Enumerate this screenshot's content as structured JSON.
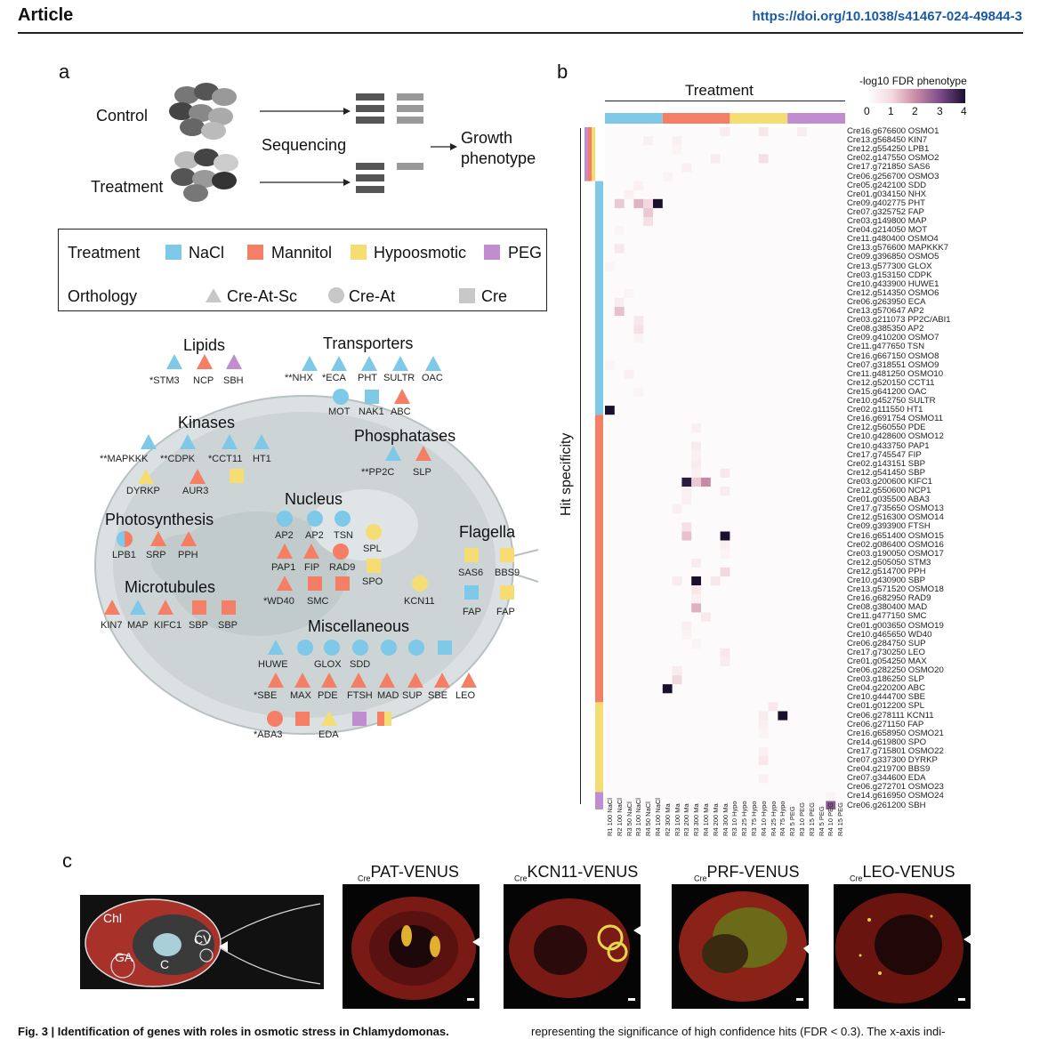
{
  "header": {
    "article": "Article",
    "doi": "https://doi.org/10.1038/s41467-024-49844-3"
  },
  "panel_a": {
    "letter": "a",
    "workflow": {
      "control": "Control",
      "treatment": "Treatment",
      "sequencing": "Sequencing",
      "growth": "Growth",
      "phenotype": "phenotype"
    },
    "legend": {
      "treatment_label": "Treatment",
      "treatments": [
        {
          "name": "NaCl",
          "color": "#7ec8e8"
        },
        {
          "name": "Mannitol",
          "color": "#f47f64"
        },
        {
          "name": "Hypoosmotic",
          "color": "#f6dd73"
        },
        {
          "name": "PEG",
          "color": "#c08dd0"
        }
      ],
      "orthology_label": "Orthology",
      "orthology": [
        {
          "name": "Cre-At-Sc",
          "shape": "triangle"
        },
        {
          "name": "Cre-At",
          "shape": "circle"
        },
        {
          "name": "Cre",
          "shape": "square"
        }
      ]
    },
    "categories": {
      "lipids": "Lipids",
      "transporters": "Transporters",
      "kinases": "Kinases",
      "phosphatases": "Phosphatases",
      "nucleus": "Nucleus",
      "photosynthesis": "Photosynthesis",
      "flagella": "Flagella",
      "microtubules": "Microtubules",
      "miscellaneous": "Miscellaneous"
    },
    "genes": {
      "lipids": [
        "*STM3",
        "NCP",
        "SBH"
      ],
      "transporters_row1": [
        "**NHX",
        "*ECA",
        "PHT",
        "SULTR",
        "OAC"
      ],
      "transporters_row2": [
        "MOT",
        "NAK1",
        "ABC"
      ],
      "kinases_row1": [
        "**MAPKKK",
        "**CDPK",
        "*CCT11",
        "HT1"
      ],
      "kinases_row2": [
        "DYRKP",
        "AUR3"
      ],
      "phosphatases": [
        "**PP2C",
        "SLP"
      ],
      "nucleus_row1": [
        "AP2",
        "AP2",
        "TSN",
        "SPL"
      ],
      "nucleus_row2": [
        "PAP1",
        "FIP",
        "RAD9",
        "SPO"
      ],
      "nucleus_row3": [
        "*WD40",
        "SMC",
        "KCN11"
      ],
      "photosynthesis": [
        "LPB1",
        "SRP",
        "PPH"
      ],
      "flagella_row1": [
        "SAS6",
        "BBS9"
      ],
      "flagella_row2": [
        "FAP",
        "FAP"
      ],
      "microtubules": [
        "KIN7",
        "MAP",
        "KIFC1",
        "SBP",
        "SBP"
      ],
      "misc_row1": [
        "HUWE",
        "GLOX",
        "SDD"
      ],
      "misc_row2": [
        "*SBE",
        "MAX",
        "PDE",
        "FTSH",
        "MAD",
        "SUP",
        "SBE",
        "LEO"
      ],
      "misc_row3": [
        "*ABA3",
        "EDA"
      ]
    }
  },
  "panel_b": {
    "letter": "b",
    "treatment_title": "Treatment",
    "colorbar": {
      "title": "-log10 FDR phenotype",
      "ticks": [
        "0",
        "1",
        "2",
        "3",
        "4"
      ]
    },
    "hit_specificity_label": "Hit specificity",
    "chart_data": {
      "type": "heatmap",
      "title": "",
      "color_scale": "-log10 FDR phenotype",
      "vmin": 0,
      "vmax": 4,
      "columns": [
        "R1 100 NaCl",
        "R2 100 NaCl",
        "R3 50 NaCl",
        "R3 100 NaCl",
        "R4 50 NaCl",
        "R4 100 NaCl",
        "R2 300 Ma",
        "R3 100 Ma",
        "R3 200 Ma",
        "R3 300 Ma",
        "R4 100 Ma",
        "R4 200 Ma",
        "R4 300 Ma",
        "R3 10 Hypo",
        "R3 25 Hypo",
        "R3 75 Hypo",
        "R4 10 Hypo",
        "R4 25 Hypo",
        "R4 75 Hypo",
        "R3 5 PEG",
        "R3 10 PEG",
        "R3 15 PEG",
        "R4 5 PEG",
        "R4 10 PEG",
        "R4 15 PEG"
      ],
      "column_groups": [
        {
          "name": "NaCl",
          "count": 6
        },
        {
          "name": "Mannitol",
          "count": 7
        },
        {
          "name": "Hypoosmotic",
          "count": 6
        },
        {
          "name": "PEG",
          "count": 6
        }
      ],
      "rows": [
        "Cre16.g676600 OSMO1",
        "Cre13.g568450 KIN7",
        "Cre12.g554250 LPB1",
        "Cre02.g147550 OSMO2",
        "Cre17.g721850 SAS6",
        "Cre06.g256700 OSMO3",
        "Cre05.g242100 SDD",
        "Cre01.g034150 NHX",
        "Cre09.g402775 PHT",
        "Cre07.g325752 FAP",
        "Cre03.g149800 MAP",
        "Cre04.g214050 MOT",
        "Cre11.g480400 OSMO4",
        "Cre13.g576600 MAPKKK7",
        "Cre09.g396850 OSMO5",
        "Cre13.g577300 GLOX",
        "Cre03.g153150 CDPK",
        "Cre10.g433900 HUWE1",
        "Cre12.g514350 OSMO6",
        "Cre06.g263950 ECA",
        "Cre13.g570647 AP2",
        "Cre03.g211073 PP2C/ABI1",
        "Cre08.g385350 AP2",
        "Cre09.g410200 OSMO7",
        "Cre11.g477650 TSN",
        "Cre16.g667150 OSMO8",
        "Cre07.g318551 OSMO9",
        "Cre11.g481250 OSMO10",
        "Cre12.g520150 CCT11",
        "Cre15.g641200 OAC",
        "Cre10.g452750 SULTR",
        "Cre02.g111550 HT1",
        "Cre16.g691754 OSMO11",
        "Cre12.g560550 PDE",
        "Cre10.g428600 OSMO12",
        "Cre10.g433750 PAP1",
        "Cre17.g745547 FIP",
        "Cre02.g143151 SBP",
        "Cre12.g541450 SBP",
        "Cre03.g200600 KIFC1",
        "Cre12.g550600 NCP1",
        "Cre01.g035500 ABA3",
        "Cre17.g735650 OSMO13",
        "Cre12.g516300 OSMO14",
        "Cre09.g393900 FTSH",
        "Cre16.g651400 OSMO15",
        "Cre02.g086400 OSMO16",
        "Cre03.g190050 OSMO17",
        "Cre12.g505050 STM3",
        "Cre12.g514700 PPH",
        "Cre10.g430900 SBP",
        "Cre13.g571520 OSMO18",
        "Cre16.g682950 RAD9",
        "Cre08.g380400 MAD",
        "Cre11.g477150 SMC",
        "Cre01.g003650 OSMO19",
        "Cre10.g465650 WD40",
        "Cre06.g284750 SUP",
        "Cre17.g730250 LEO",
        "Cre01.g054250 MAX",
        "Cre06.g282250 OSMO20",
        "Cre03.g186250 SLP",
        "Cre04.g220200 ABC",
        "Cre10.g444700 SBE",
        "Cre01.g012200 SPL",
        "Cre06.g278111 KCN11",
        "Cre06.g271150 FAP",
        "Cre16.g658950 OSMO21",
        "Cre14.g619800 SPO",
        "Cre17.g715801 OSMO22",
        "Cre07.g337300 DYRKP",
        "Cre04.g219700 BBS9",
        "Cre07.g344600 EDA",
        "Cre06.g272701 OSMO23",
        "Cre14.g616950 OSMO24",
        "Cre06.g261200 SBH"
      ],
      "row_specificity": [
        {
          "name": "NaCl",
          "start": 6,
          "end": 31
        },
        {
          "name": "Mannitol",
          "start": 32,
          "end": 63
        },
        {
          "name": "Hypoosmotic",
          "start": 64,
          "end": 73
        },
        {
          "name": "PEG",
          "start": 74,
          "end": 75
        }
      ],
      "highlights": [
        [
          0,
          12,
          0.5
        ],
        [
          0,
          16,
          0.6
        ],
        [
          0,
          20,
          0.5
        ],
        [
          1,
          4,
          0.4
        ],
        [
          1,
          7,
          0.4
        ],
        [
          2,
          7,
          0.3
        ],
        [
          3,
          11,
          0.5
        ],
        [
          3,
          16,
          0.8
        ],
        [
          4,
          8,
          0.4
        ],
        [
          5,
          6,
          0.3
        ],
        [
          6,
          3,
          0.4
        ],
        [
          7,
          2,
          0.4
        ],
        [
          8,
          1,
          1.2
        ],
        [
          8,
          3,
          1.5
        ],
        [
          8,
          4,
          1.0
        ],
        [
          8,
          5,
          4.0
        ],
        [
          9,
          4,
          1.2
        ],
        [
          10,
          4,
          0.8
        ],
        [
          11,
          1,
          0.3
        ],
        [
          13,
          1,
          0.6
        ],
        [
          15,
          0,
          0.3
        ],
        [
          18,
          2,
          0.3
        ],
        [
          19,
          1,
          0.5
        ],
        [
          20,
          1,
          1.3
        ],
        [
          21,
          3,
          0.6
        ],
        [
          22,
          3,
          0.8
        ],
        [
          23,
          3,
          0.3
        ],
        [
          26,
          0,
          0.3
        ],
        [
          27,
          2,
          0.4
        ],
        [
          29,
          3,
          0.3
        ],
        [
          31,
          0,
          4.0
        ],
        [
          33,
          9,
          0.4
        ],
        [
          35,
          9,
          0.5
        ],
        [
          36,
          9,
          0.4
        ],
        [
          37,
          9,
          0.5
        ],
        [
          38,
          9,
          0.4
        ],
        [
          38,
          12,
          0.6
        ],
        [
          39,
          8,
          3.8
        ],
        [
          39,
          9,
          1.2
        ],
        [
          39,
          10,
          2.0
        ],
        [
          40,
          8,
          0.4
        ],
        [
          40,
          12,
          0.5
        ],
        [
          41,
          8,
          0.4
        ],
        [
          42,
          7,
          0.4
        ],
        [
          44,
          8,
          0.8
        ],
        [
          45,
          8,
          1.3
        ],
        [
          45,
          12,
          4.0
        ],
        [
          46,
          12,
          0.4
        ],
        [
          47,
          12,
          0.3
        ],
        [
          48,
          9,
          0.5
        ],
        [
          49,
          12,
          1.0
        ],
        [
          50,
          7,
          0.5
        ],
        [
          50,
          9,
          4.0
        ],
        [
          50,
          11,
          0.6
        ],
        [
          51,
          9,
          0.6
        ],
        [
          52,
          9,
          0.4
        ],
        [
          53,
          9,
          1.5
        ],
        [
          54,
          10,
          0.6
        ],
        [
          55,
          8,
          0.4
        ],
        [
          56,
          8,
          0.3
        ],
        [
          57,
          9,
          0.3
        ],
        [
          58,
          12,
          0.6
        ],
        [
          59,
          12,
          0.5
        ],
        [
          60,
          7,
          0.5
        ],
        [
          61,
          7,
          1.0
        ],
        [
          62,
          6,
          4.0
        ],
        [
          64,
          17,
          0.6
        ],
        [
          65,
          16,
          0.5
        ],
        [
          65,
          18,
          4.0
        ],
        [
          66,
          16,
          0.4
        ],
        [
          67,
          16,
          0.3
        ],
        [
          69,
          16,
          0.4
        ],
        [
          70,
          16,
          0.6
        ],
        [
          72,
          16,
          0.4
        ],
        [
          74,
          23,
          0.3
        ],
        [
          75,
          23,
          2.8
        ]
      ]
    }
  },
  "panel_c": {
    "letter": "c",
    "schematic_labels": {
      "chl": "Chl",
      "ga": "GA",
      "c": "C",
      "cv": "CV"
    },
    "images": [
      {
        "prefix": "Cre",
        "name": "PAT-VENUS"
      },
      {
        "prefix": "Cre",
        "name": "KCN11-VENUS"
      },
      {
        "prefix": "Cre",
        "name": "PRF-VENUS"
      },
      {
        "prefix": "Cre",
        "name": "LEO-VENUS"
      }
    ]
  },
  "caption": {
    "left": "Fig. 3 | Identification of genes with roles in osmotic stress in Chlamydomonas.",
    "right": "representing the significance of high confidence hits (FDR < 0.3). The x-axis indi-"
  }
}
